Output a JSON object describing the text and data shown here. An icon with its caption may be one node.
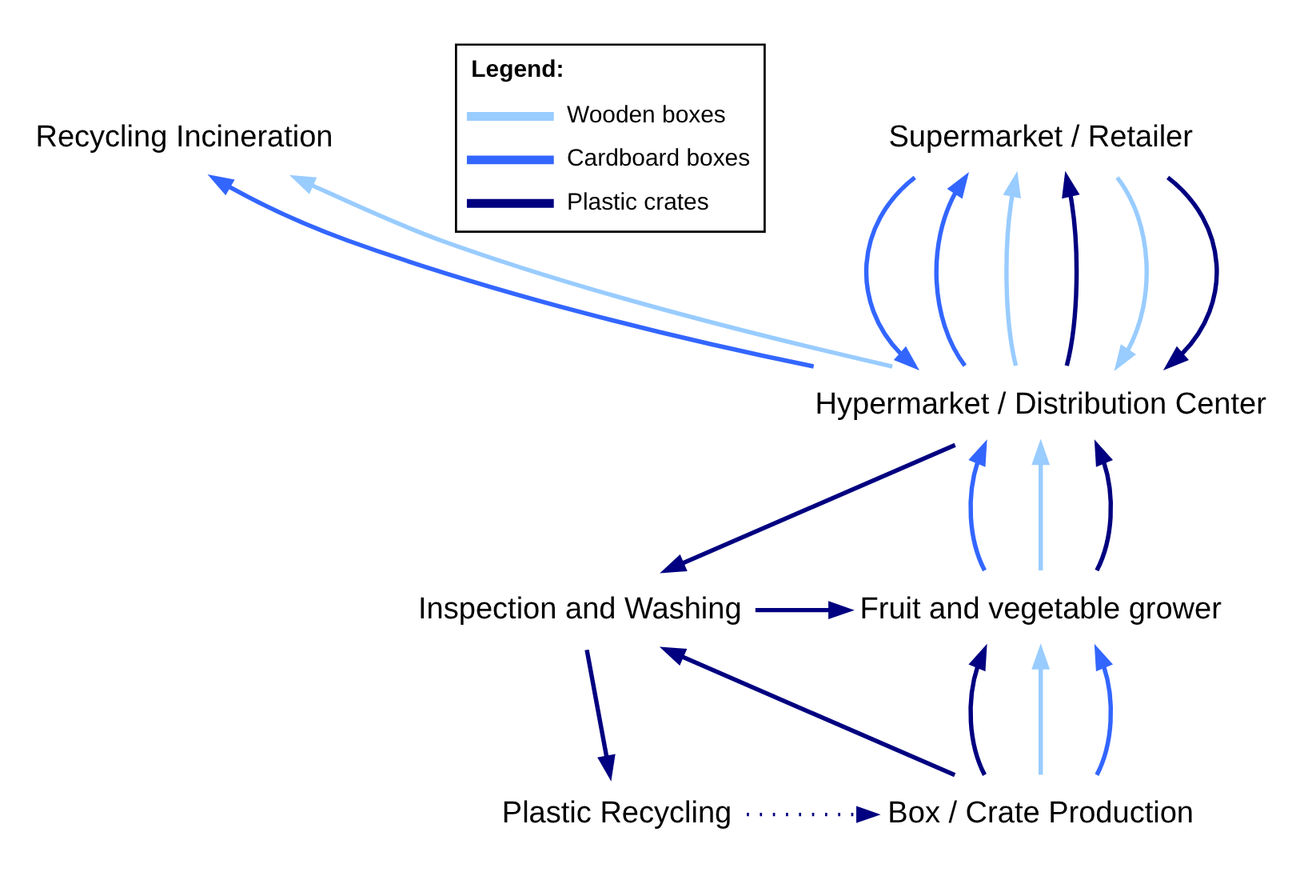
{
  "diagram": {
    "nodes": [
      {
        "text": [
          "Supermarket / Retailer"
        ]
      },
      {
        "text": [
          "Recycling Incineration"
        ]
      },
      {
        "text": [
          "Hypermarket / Distribution Center"
        ]
      },
      {
        "text": [
          "Fruit and vegetable grower"
        ]
      },
      {
        "text": [
          "Inspection and Washing"
        ]
      },
      {
        "text": [
          "Box / Crate Production"
        ]
      },
      {
        "text": [
          "Plastic Recycling"
        ]
      }
    ],
    "edges": [
      {
        "from": 2,
        "to": 0,
        "arrow": "to",
        "color": "#3366ff"
      },
      {
        "from": 2,
        "to": 0,
        "arrow": "to",
        "color": "#99ccff"
      },
      {
        "from": 2,
        "to": 0,
        "arrow": "to"
      },
      {
        "from": 0,
        "to": 2,
        "arrow": "to",
        "color": "#3366ff"
      },
      {
        "from": 0,
        "to": 2,
        "arrow": "to",
        "color": "#99ccff"
      },
      {
        "from": 0,
        "to": 2,
        "arrow": "to"
      },
      {
        "from": 2,
        "to": 1,
        "arrow": "to",
        "color": "#3366ff"
      },
      {
        "from": 2,
        "to": 1,
        "arrow": "to",
        "color": "#99ccff"
      },
      {
        "from": 3,
        "to": 2,
        "arrow": "to",
        "color": "#3366ff"
      },
      {
        "from": 3,
        "to": 2,
        "arrow": "to",
        "color": "#99ccff"
      },
      {
        "from": 3,
        "to": 2,
        "arrow": "to"
      },
      {
        "from": 2,
        "to": 4,
        "arrow": "to"
      },
      {
        "from": 4,
        "to": 3,
        "arrow": "to"
      },
      {
        "from": 5,
        "to": 3,
        "arrow": "to"
      },
      {
        "from": 5,
        "to": 3,
        "arrow": "to",
        "color": "#99ccff"
      },
      {
        "from": 5,
        "to": 3,
        "arrow": "to",
        "color": "#3366ff"
      },
      {
        "from": 5,
        "to": 4,
        "arrow": "to"
      },
      {
        "from": 4,
        "to": 6,
        "arrow": "to"
      },
      {
        "from": 6,
        "to": 5,
        "arrow": "to",
        "style": "dashed"
      }
    ],
    "labels": [
      "Legend:"
    ],
    "legend": [
      {
        "text": "Wooden boxes",
        "color": "#99ccff"
      },
      {
        "text": "Cardboard boxes",
        "color": "#3366ff"
      },
      {
        "text": "Plastic crates",
        "color": "#000080"
      }
    ]
  }
}
